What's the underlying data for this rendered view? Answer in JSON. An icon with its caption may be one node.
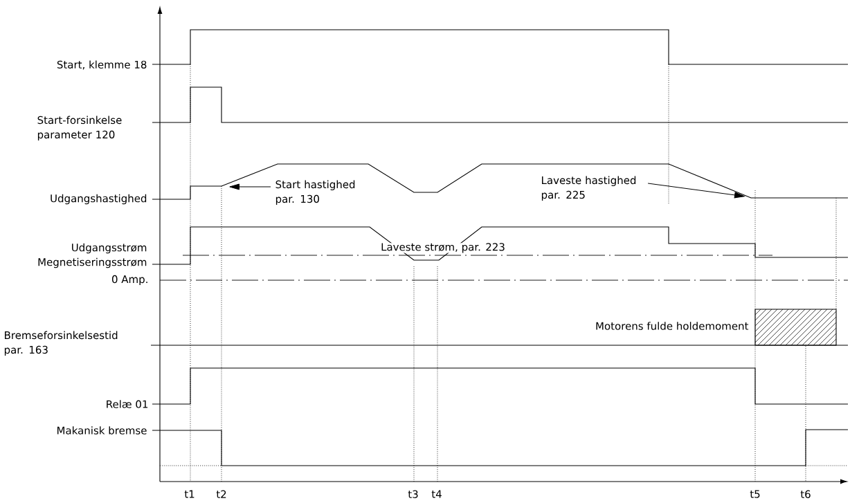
{
  "diagram": {
    "nodes": [
      {
        "text": [
          "Start hastighed par. 130"
        ]
      },
      {
        "text": [
          "Laveste hastighed par. 225"
        ]
      }
    ],
    "edges": [
      {
        "from": 0,
        "to": null,
        "arrow": "to"
      },
      {
        "from": 1,
        "to": null,
        "arrow": "to"
      }
    ],
    "labels": [
      "Start, klemme 18",
      "Start-forsinkelse parameter 120",
      "Udgangshastighed",
      "Udgangsstrøm",
      "Laveste strøm, par. 223",
      "Megnetiseringsstrøm",
      "0 Amp.",
      "Motorens fulde holdemoment",
      "Bremseforsinkelsestid par. 163",
      "Relæ 01",
      "Makanisk bremse",
      "t1",
      "t2",
      "t3",
      "t4",
      "t5",
      "t6"
    ]
  }
}
